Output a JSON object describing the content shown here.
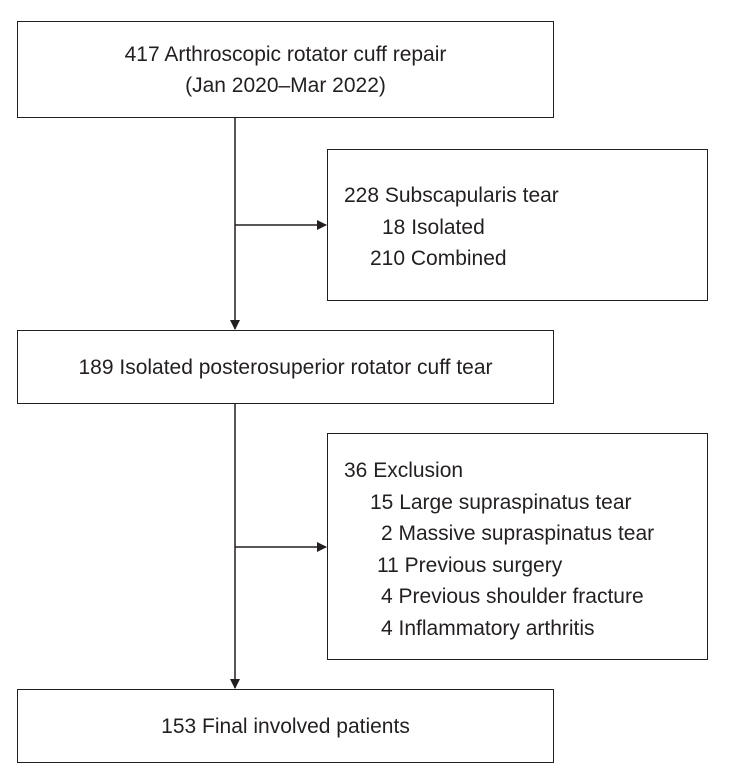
{
  "flowchart": {
    "start": {
      "line1": "417 Arthroscopic rotator cuff repair",
      "line2": "(Jan 2020–Mar 2022)"
    },
    "subscap": {
      "title": "228 Subscapularis tear",
      "items": [
        "18 Isolated",
        "210 Combined"
      ]
    },
    "middle": {
      "text": "189 Isolated posterosuperior rotator cuff tear"
    },
    "exclusion": {
      "title": "36 Exclusion",
      "items": [
        "15 Large supraspinatus tear",
        "2 Massive supraspinatus tear",
        "11 Previous surgery",
        "4 Previous shoulder fracture",
        "4 Inflammatory arthritis"
      ]
    },
    "final": {
      "text": "153 Final involved patients"
    }
  }
}
